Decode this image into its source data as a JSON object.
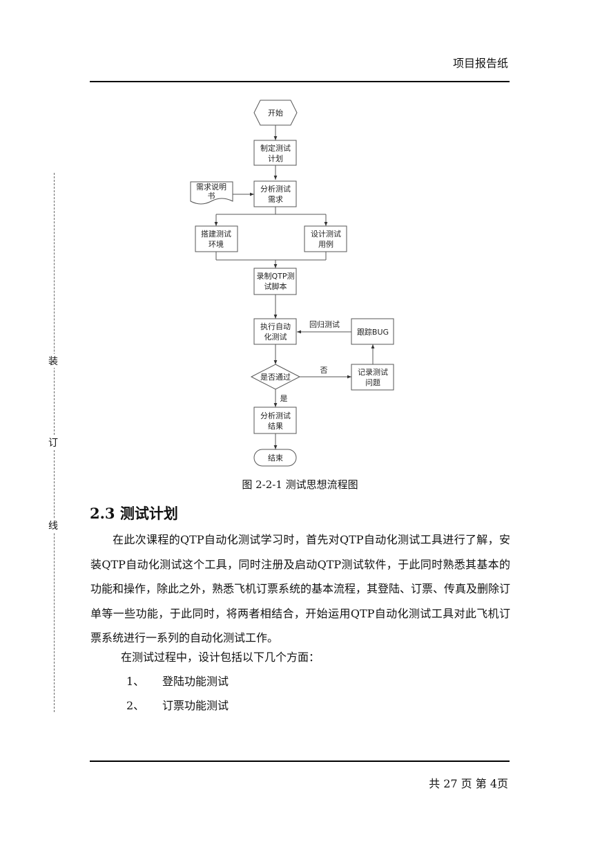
{
  "header": {
    "title": "项目报告纸"
  },
  "binding": {
    "chars": [
      "装",
      "订",
      "线"
    ]
  },
  "flowchart": {
    "start": "开始",
    "plan_1": "制定测试",
    "plan_2": "计划",
    "req_doc_1": "需求说明",
    "req_doc_2": "书",
    "analyze_req_1": "分析测试",
    "analyze_req_2": "需求",
    "build_env_1": "搭建测试",
    "build_env_2": "环境",
    "design_case_1": "设计测试",
    "design_case_2": "用例",
    "record_1": "录制QTP测",
    "record_2": "试脚本",
    "execute_1": "执行自动",
    "execute_2": "化测试",
    "regression": "回归测试",
    "track_bug": "跟踪BUG",
    "decision": "是否通过",
    "no": "否",
    "log_issue_1": "记录测试",
    "log_issue_2": "问题",
    "yes": "是",
    "analyze_result_1": "分析测试",
    "analyze_result_2": "结果",
    "end": "结束"
  },
  "figure": {
    "caption": "图 2-2-1 测试思想流程图"
  },
  "section": {
    "title": "2.3 测试计划",
    "paragraph": "在此次课程的QTP自动化测试学习时，首先对QTP自动化测试工具进行了解，安装QTP自动化测试这个工具，同时注册及启动QTP测试软件，于此同时熟悉其基本的功能和操作，除此之外，熟悉飞机订票系统的基本流程，其登陆、订票、传真及删除订单等一些功能，于此同时，将两者相结合，开始运用QTP自动化测试工具对此飞机订票系统进行一系列的自动化测试工作。",
    "intro": "在测试过程中，设计包括以下几个方面：",
    "items": [
      {
        "num": "1、",
        "text": "登陆功能测试"
      },
      {
        "num": "2、",
        "text": "订票功能测试"
      }
    ]
  },
  "footer": {
    "pages": "共 27 页  第 4页"
  }
}
